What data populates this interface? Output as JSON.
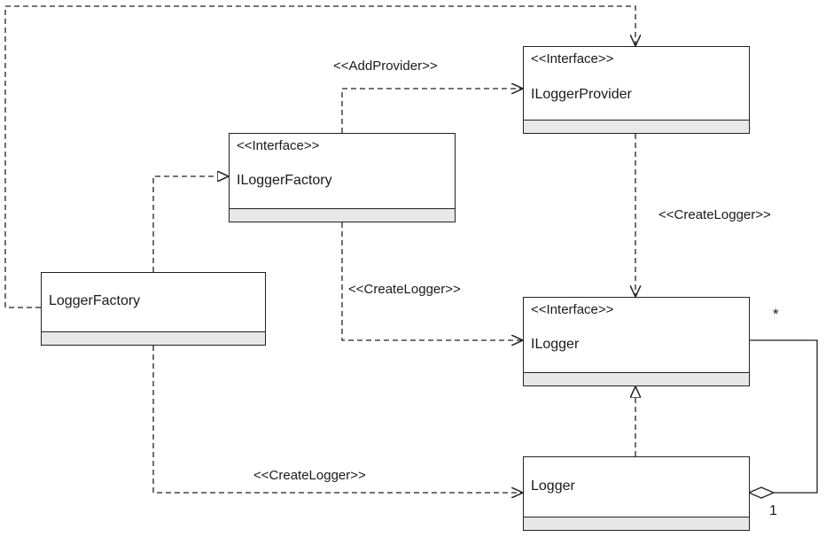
{
  "classes": {
    "ilogger_provider": {
      "stereotype": "<<Interface>>",
      "name": "ILoggerProvider"
    },
    "ilogger_factory": {
      "stereotype": "<<Interface>>",
      "name": "ILoggerFactory"
    },
    "logger_factory": {
      "name": "LoggerFactory"
    },
    "ilogger": {
      "stereotype": "<<Interface>>",
      "name": "ILogger"
    },
    "logger": {
      "name": "Logger"
    }
  },
  "relations": {
    "add_provider": "<<AddProvider>>",
    "create_logger_provider": "<<CreateLogger>>",
    "create_logger_factory": "<<CreateLogger>>",
    "create_logger_impl": "<<CreateLogger>>",
    "multiplicity_many": "*",
    "multiplicity_one": "1"
  }
}
